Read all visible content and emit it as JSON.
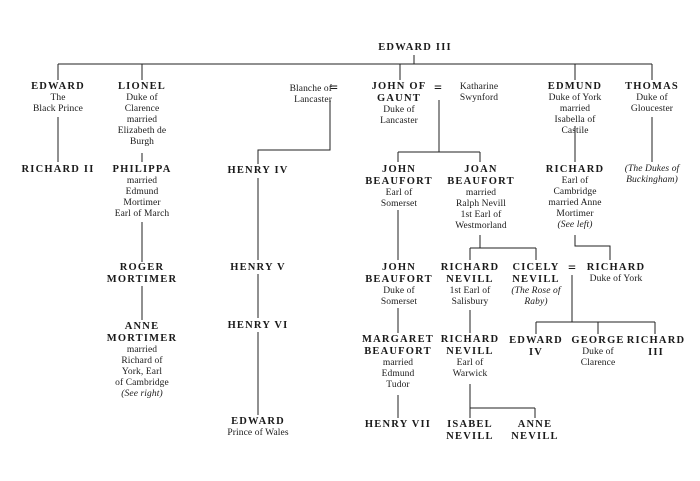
{
  "nodes": {
    "edward3": {
      "name": "EDWARD III"
    },
    "black_prince": {
      "name": "EDWARD",
      "lines": [
        "The",
        "Black Prince"
      ]
    },
    "lionel": {
      "name": "LIONEL",
      "lines": [
        "Duke of",
        "Clarence",
        "married",
        "Elizabeth de",
        "Burgh"
      ]
    },
    "blanche": {
      "lines": [
        "Blanche of",
        "Lancaster"
      ]
    },
    "john_gaunt": {
      "name": "JOHN OF",
      "name2": "GAUNT",
      "lines": [
        "Duke of",
        "Lancaster"
      ]
    },
    "katharine": {
      "lines": [
        "Katharine",
        "Swynford"
      ]
    },
    "edmund": {
      "name": "EDMUND",
      "lines": [
        "Duke of York",
        "married",
        "Isabella of",
        "Castile"
      ]
    },
    "thomas": {
      "name": "THOMAS",
      "lines": [
        "Duke of",
        "Gloucester"
      ]
    },
    "richard2": {
      "name": "RICHARD II"
    },
    "philippa": {
      "name": "PHILIPPA",
      "lines": [
        "married",
        "Edmund",
        "Mortimer",
        "Earl of March"
      ]
    },
    "henry4": {
      "name": "HENRY IV"
    },
    "john_beaufort1": {
      "name": "JOHN",
      "name2": "BEAUFORT",
      "lines": [
        "Earl of",
        "Somerset"
      ]
    },
    "joan_beaufort": {
      "name": "JOAN",
      "name2": "BEAUFORT",
      "lines": [
        "married",
        "Ralph Nevill",
        "1st Earl of",
        "Westmorland"
      ]
    },
    "richard_cambridge": {
      "name": "RICHARD",
      "lines": [
        "Earl of",
        "Cambridge",
        "married Anne",
        "Mortimer"
      ],
      "note": "(See left)"
    },
    "dukes_buckingham": {
      "note": "(The Dukes of",
      "note2": "Buckingham)"
    },
    "roger_mortimer": {
      "name": "ROGER",
      "name2": "MORTIMER"
    },
    "henry5": {
      "name": "HENRY V"
    },
    "john_beaufort2": {
      "name": "JOHN",
      "name2": "BEAUFORT",
      "lines": [
        "Duke of",
        "Somerset"
      ]
    },
    "richard_nevill1": {
      "name": "RICHARD",
      "name2": "NEVILL",
      "lines": [
        "1st Earl of",
        "Salisbury"
      ]
    },
    "cicely": {
      "name": "CICELY",
      "name2": "NEVILL",
      "note": "(The Rose of",
      "note2": "Raby)"
    },
    "richard_york": {
      "name": "RICHARD",
      "lines": [
        "Duke of York"
      ]
    },
    "anne_mortimer": {
      "name": "ANNE",
      "name2": "MORTIMER",
      "lines": [
        "married",
        "Richard of",
        "York, Earl",
        "of Cambridge"
      ],
      "note": "(See right)"
    },
    "henry6": {
      "name": "HENRY VI"
    },
    "margaret_beaufort": {
      "name": "MARGARET",
      "name2": "BEAUFORT",
      "lines": [
        "married",
        "Edmund",
        "Tudor"
      ]
    },
    "richard_nevill2": {
      "name": "RICHARD",
      "name2": "NEVILL",
      "lines": [
        "Earl of",
        "Warwick"
      ]
    },
    "edward4": {
      "name": "EDWARD",
      "name2": "IV"
    },
    "george": {
      "name": "GEORGE",
      "lines": [
        "Duke of",
        "Clarence"
      ]
    },
    "richard3": {
      "name": "RICHARD",
      "name2": "III"
    },
    "edward_pw": {
      "name": "EDWARD",
      "lines": [
        "Prince of Wales"
      ]
    },
    "henry7": {
      "name": "HENRY VII"
    },
    "isabel": {
      "name": "ISABEL",
      "name2": "NEVILL"
    },
    "anne_nevill": {
      "name": "ANNE",
      "name2": "NEVILL"
    }
  },
  "marriage_symbol": "="
}
